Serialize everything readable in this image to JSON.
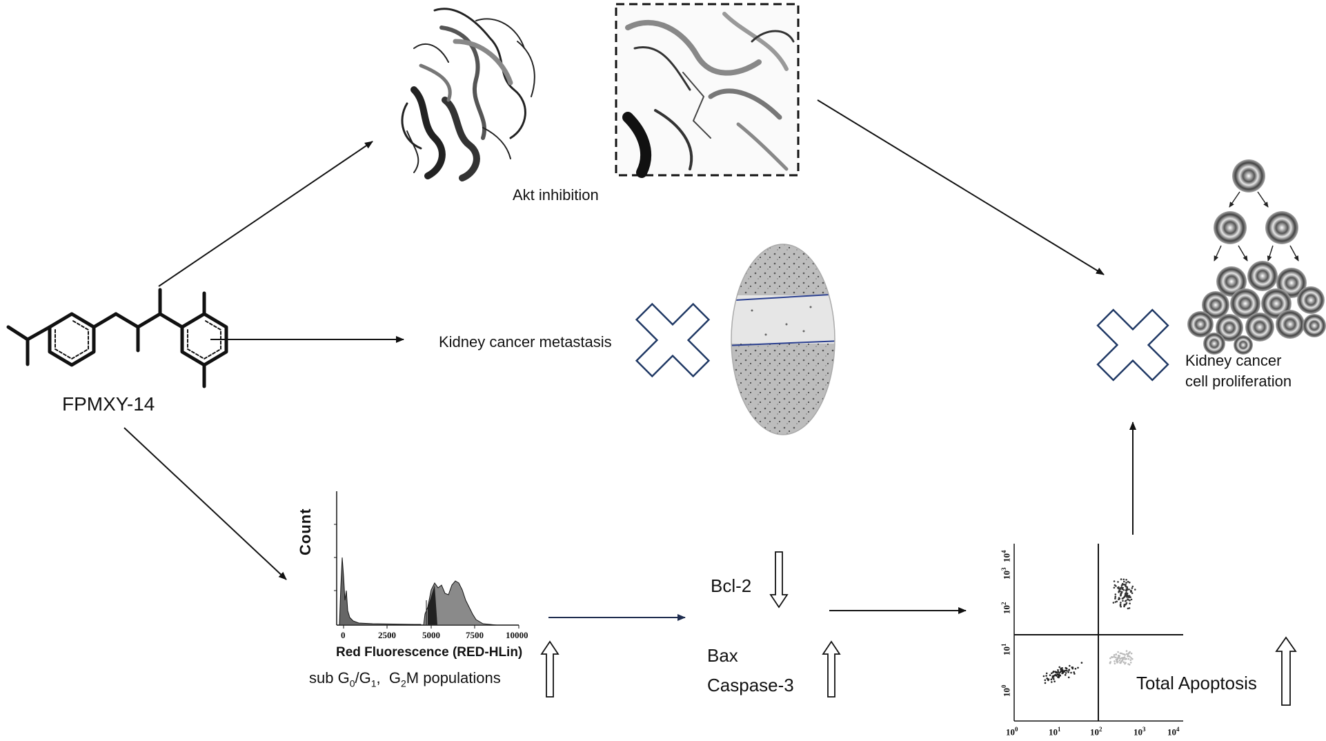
{
  "compound": {
    "name": "FPMXY-14"
  },
  "akt": {
    "label": "Akt inhibition"
  },
  "metastasis": {
    "label": "Kidney cancer metastasis"
  },
  "proliferation": {
    "line1": "Kidney cancer",
    "line2": "cell proliferation"
  },
  "histogram": {
    "ylabel": "Count",
    "xlabel": "Red Fluorescence (RED-HLin)",
    "xticks": [
      "0",
      "2500",
      "5000",
      "7500",
      "10000"
    ],
    "caption": {
      "prefix": "sub G",
      "g0": "0",
      "slash": "/G",
      "g1": "1",
      "sep": ",  G",
      "g2": "2",
      "suffix": "M populations"
    }
  },
  "markers": {
    "bcl2": "Bcl-2",
    "bax": "Bax",
    "casp3": "Caspase-3"
  },
  "flow": {
    "label": "Total Apoptosis",
    "ticks": [
      {
        "base": "10",
        "exp": "0"
      },
      {
        "base": "10",
        "exp": "1"
      },
      {
        "base": "10",
        "exp": "2"
      },
      {
        "base": "10",
        "exp": "3"
      },
      {
        "base": "10",
        "exp": "4"
      }
    ]
  },
  "colors": {
    "arrow": "#111111",
    "blue_arrow": "#1f2d4f",
    "cross": "#1f3864",
    "scratch_line": "#2a3f8f"
  }
}
